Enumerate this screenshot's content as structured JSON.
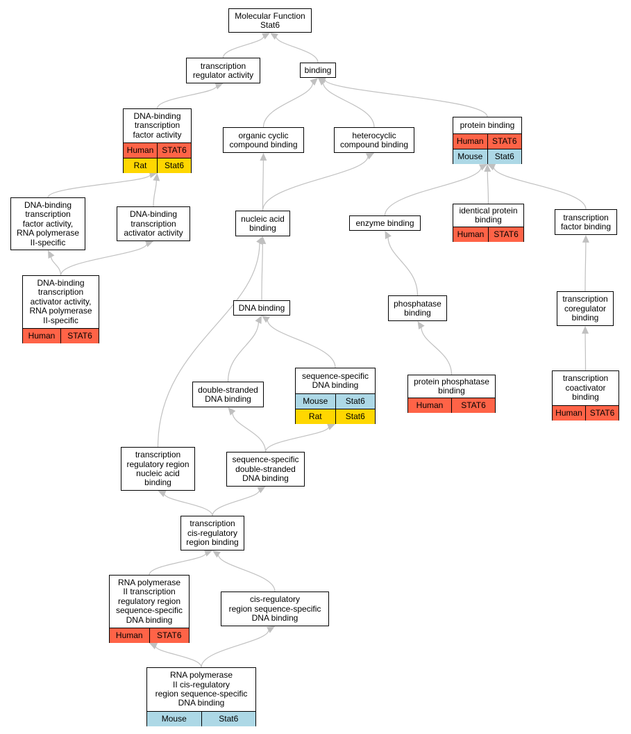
{
  "colors": {
    "human": "#FF6347",
    "rat": "#FFD700",
    "mouse": "#ADD8E6",
    "edge": "#C0C0C0"
  },
  "nodes": [
    {
      "id": "mf",
      "label": "Molecular Function\nStat6",
      "rows": []
    },
    {
      "id": "tra",
      "label": "transcription\nregulator activity",
      "rows": []
    },
    {
      "id": "bind",
      "label": "binding",
      "rows": []
    },
    {
      "id": "dbtfa",
      "label": "DNA-binding\ntranscription\nfactor activity",
      "rows": [
        [
          "Human",
          "STAT6"
        ],
        [
          "Rat",
          "Stat6"
        ]
      ]
    },
    {
      "id": "occb",
      "label": "organic cyclic\ncompound binding",
      "rows": []
    },
    {
      "id": "hcb",
      "label": "heterocyclic\ncompound binding",
      "rows": []
    },
    {
      "id": "pb",
      "label": "protein binding",
      "rows": [
        [
          "Human",
          "STAT6"
        ],
        [
          "Mouse",
          "Stat6"
        ]
      ]
    },
    {
      "id": "dbtfp",
      "label": "DNA-binding\ntranscription\nfactor activity,\nRNA polymerase\nII-specific",
      "rows": []
    },
    {
      "id": "dbtaa",
      "label": "DNA-binding\ntranscription\nactivator activity",
      "rows": []
    },
    {
      "id": "nab",
      "label": "nucleic acid\nbinding",
      "rows": []
    },
    {
      "id": "eb",
      "label": "enzyme binding",
      "rows": []
    },
    {
      "id": "ipb",
      "label": "identical protein\nbinding",
      "rows": [
        [
          "Human",
          "STAT6"
        ]
      ]
    },
    {
      "id": "tfb",
      "label": "transcription\nfactor binding",
      "rows": []
    },
    {
      "id": "dbtap",
      "label": "DNA-binding\ntranscription\nactivator activity,\nRNA polymerase\nII-specific",
      "rows": [
        [
          "Human",
          "STAT6"
        ]
      ]
    },
    {
      "id": "dnab",
      "label": "DNA binding",
      "rows": []
    },
    {
      "id": "phb",
      "label": "phosphatase\nbinding",
      "rows": []
    },
    {
      "id": "tcb",
      "label": "transcription\ncoregulator\nbinding",
      "rows": []
    },
    {
      "id": "ssdb",
      "label": "sequence-specific\nDNA binding",
      "rows": [
        [
          "Mouse",
          "Stat6"
        ],
        [
          "Rat",
          "Stat6"
        ]
      ]
    },
    {
      "id": "dsdb",
      "label": "double-stranded\nDNA binding",
      "rows": []
    },
    {
      "id": "ppb",
      "label": "protein phosphatase\nbinding",
      "rows": [
        [
          "Human",
          "STAT6"
        ]
      ]
    },
    {
      "id": "tcab",
      "label": "transcription\ncoactivator\nbinding",
      "rows": [
        [
          "Human",
          "STAT6"
        ]
      ]
    },
    {
      "id": "trrb",
      "label": "transcription\nregulatory region\nnucleic acid\nbinding",
      "rows": []
    },
    {
      "id": "ssds",
      "label": "sequence-specific\ndouble-stranded\nDNA binding",
      "rows": []
    },
    {
      "id": "tcrb",
      "label": "transcription\ncis-regulatory\nregion binding",
      "rows": []
    },
    {
      "id": "rp2t",
      "label": "RNA polymerase\nII transcription\nregulatory region\nsequence-specific\nDNA binding",
      "rows": [
        [
          "Human",
          "STAT6"
        ]
      ]
    },
    {
      "id": "crss",
      "label": "cis-regulatory\nregion sequence-specific\nDNA binding",
      "rows": []
    },
    {
      "id": "rp2c",
      "label": "RNA polymerase\nII cis-regulatory\nregion sequence-specific\nDNA binding",
      "rows": [
        [
          "Mouse",
          "Stat6"
        ]
      ]
    }
  ],
  "edges": [
    [
      "tra",
      "mf"
    ],
    [
      "bind",
      "mf"
    ],
    [
      "dbtfa",
      "tra"
    ],
    [
      "occb",
      "bind"
    ],
    [
      "hcb",
      "bind"
    ],
    [
      "pb",
      "bind"
    ],
    [
      "dbtfp",
      "dbtfa"
    ],
    [
      "dbtaa",
      "dbtfa"
    ],
    [
      "nab",
      "occb"
    ],
    [
      "nab",
      "hcb"
    ],
    [
      "eb",
      "pb"
    ],
    [
      "ipb",
      "pb"
    ],
    [
      "tfb",
      "pb"
    ],
    [
      "dbtap",
      "dbtfp"
    ],
    [
      "dbtap",
      "dbtaa"
    ],
    [
      "dnab",
      "nab"
    ],
    [
      "phb",
      "eb"
    ],
    [
      "tcb",
      "tfb"
    ],
    [
      "ssdb",
      "dnab"
    ],
    [
      "dsdb",
      "dnab"
    ],
    [
      "ppb",
      "phb"
    ],
    [
      "tcab",
      "tcb"
    ],
    [
      "trrb",
      "nab"
    ],
    [
      "ssds",
      "dsdb"
    ],
    [
      "ssds",
      "ssdb"
    ],
    [
      "tcrb",
      "trrb"
    ],
    [
      "tcrb",
      "ssds"
    ],
    [
      "rp2t",
      "tcrb"
    ],
    [
      "crss",
      "tcrb"
    ],
    [
      "rp2c",
      "rp2t"
    ],
    [
      "rp2c",
      "crss"
    ]
  ]
}
